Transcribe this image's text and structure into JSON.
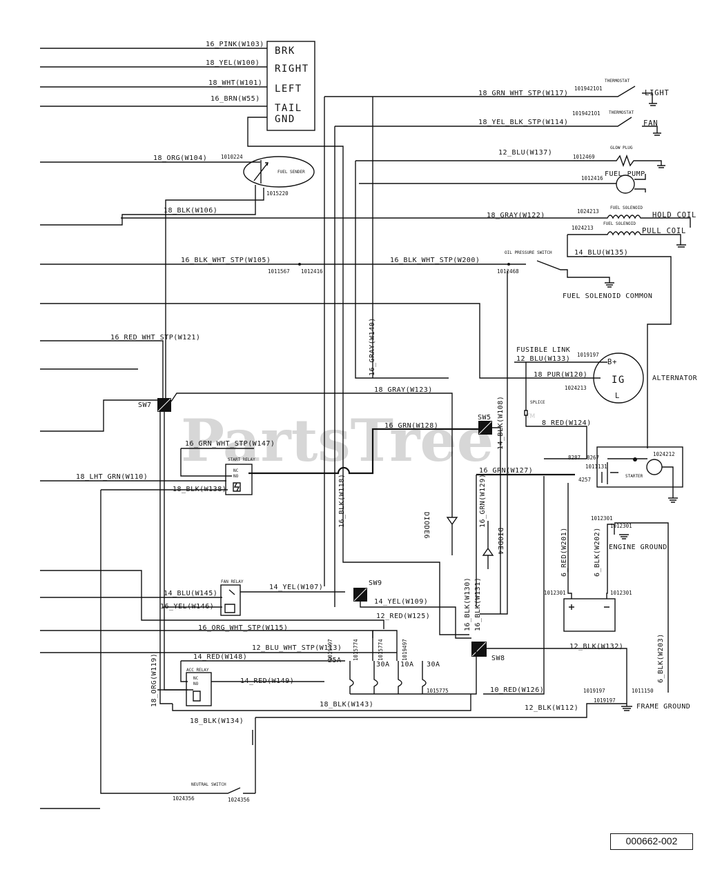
{
  "lamp_terminals": [
    "BRK",
    "RIGHT",
    "LEFT",
    "TAIL",
    "GND"
  ],
  "wires": {
    "w103": "16_PINK(W103)",
    "w100": "18_YEL(W100)",
    "w101": "18_WHT(W101)",
    "w55": "16_BRN(W55)",
    "w104": "18_ORG(W104)",
    "w106": "18_BLK(W106)",
    "w105": "16_BLK_WHT_STP(W105)",
    "w200": "16_BLK_WHT_STP(W200)",
    "w121": "16_RED_WHT_STP(W121)",
    "w117": "18_GRN_WHT_STP(W117)",
    "w114": "18_YEL_BLK_STP(W114)",
    "w137": "12_BLU(W137)",
    "w122": "18_GRAY(W122)",
    "w135": "14_BLU(W135)",
    "w140": "16_GRAY(W140)",
    "w133": "12_BLU(W133)",
    "w120": "18_PUR(W120)",
    "w123": "18_GRAY(W123)",
    "w128": "16_GRN(W128)",
    "w108": "14_BLK(W108)",
    "w124": "8_RED(W124)",
    "w147": "16_GRN_WHT_STP(W147)",
    "w127": "16_GRN(W127)",
    "w110": "18_LHT_GRN(W110)",
    "w138": "18_BLK(W138)",
    "w118": "16_BLK(W118)",
    "w129": "16_GRN(W129)",
    "w201": "6_RED(W201)",
    "w202": "6_BLK(W202)",
    "w145": "14_BLU(W145)",
    "w107": "14_YEL(W107)",
    "w109": "14_YEL(W109)",
    "w146": "16_YEL(W146)",
    "w125": "12_RED(W125)",
    "w130": "16_BLK(W130)",
    "w131": "16_BLK(W131)",
    "w115": "16_ORG_WHT_STP(W115)",
    "w113": "12_BLU_WHT_STP(W113)",
    "w132": "12_BLK(W132)",
    "w203": "6_BLK(W203)",
    "w148": "14_RED(W148)",
    "w119": "18_ORG(W119)",
    "w149": "14_RED(W149)",
    "w143": "18_BLK(W143)",
    "w126": "10_RED(W126)",
    "w112": "12_BLK(W112)",
    "w134": "18_BLK(W134)"
  },
  "components": {
    "fuel_sender": "FUEL SENDER",
    "thermostat": "THERMOSTAT",
    "light": "LIGHT",
    "fan": "FAN",
    "glow_plug": "GLOW PLUG",
    "fuel_pump": "FUEL PUMP",
    "fuel_solenoid": "FUEL SOLENOID",
    "hold_coil": "HOLD COIL",
    "pull_coil": "PULL COIL",
    "oil_pressure_switch": "OIL PRESSURE SWITCH",
    "fuel_solenoid_common": "FUEL SOLENOID COMMON",
    "fusible_link": "FUSIBLE LINK",
    "alternator": "ALTERNATOR",
    "alt_b": "B+",
    "alt_ig": "IG",
    "alt_l": "L",
    "splice": "SPLICE",
    "start_relay": "START RELAY",
    "starter": "STARTER",
    "engine_ground": "ENGINE GROUND",
    "fan_relay": "FAN RELAY",
    "acc_relay": "ACC RELAY",
    "frame_ground": "FRAME GROUND",
    "neutral_switch": "NEUTRAL SWITCH",
    "relay_nc": "NC",
    "relay_no": "NO"
  },
  "switches": {
    "sw7": "SW7",
    "sw5": "SW5",
    "sw9": "SW9",
    "sw8": "SW8"
  },
  "diodes": {
    "d1": "DIODE6",
    "d2": "DIODE4"
  },
  "fuses": [
    "25A",
    "30A",
    "10A",
    "30A"
  ],
  "part_numbers": {
    "p1010224": "1010224",
    "p1015220": "1015220",
    "p1011567": "1011567",
    "p1012416a": "1012416",
    "p1019421a": "1019421O1",
    "p1019421b": "1019421O1",
    "p1012469": "1012469",
    "p1012416b": "1012416",
    "p1024213a": "1024213",
    "p1024213b": "1024213",
    "p1012468": "1012468",
    "p1019197a": "1019197",
    "p1024213c": "1024213",
    "p8287": "8287",
    "p8267": "8267",
    "p1011131": "1011131",
    "p4257": "4257",
    "p1024212": "1024212",
    "p1012301a": "1012301",
    "p1012301b": "1012301",
    "p1012301c": "1012301",
    "p1012301d": "1012301",
    "p1019497a": "1019497",
    "p1015774a": "1015774",
    "p1015774b": "1015774",
    "p1019497b": "1019497",
    "p1015775": "1015775",
    "p1019197b": "1019197",
    "p1011150": "1011150",
    "p1019197c": "1019197",
    "p1024356a": "1024356",
    "p1024356b": "1024356"
  },
  "watermark": "PartsTree",
  "watermark_tm": "TM",
  "reference_code": "000662-002"
}
